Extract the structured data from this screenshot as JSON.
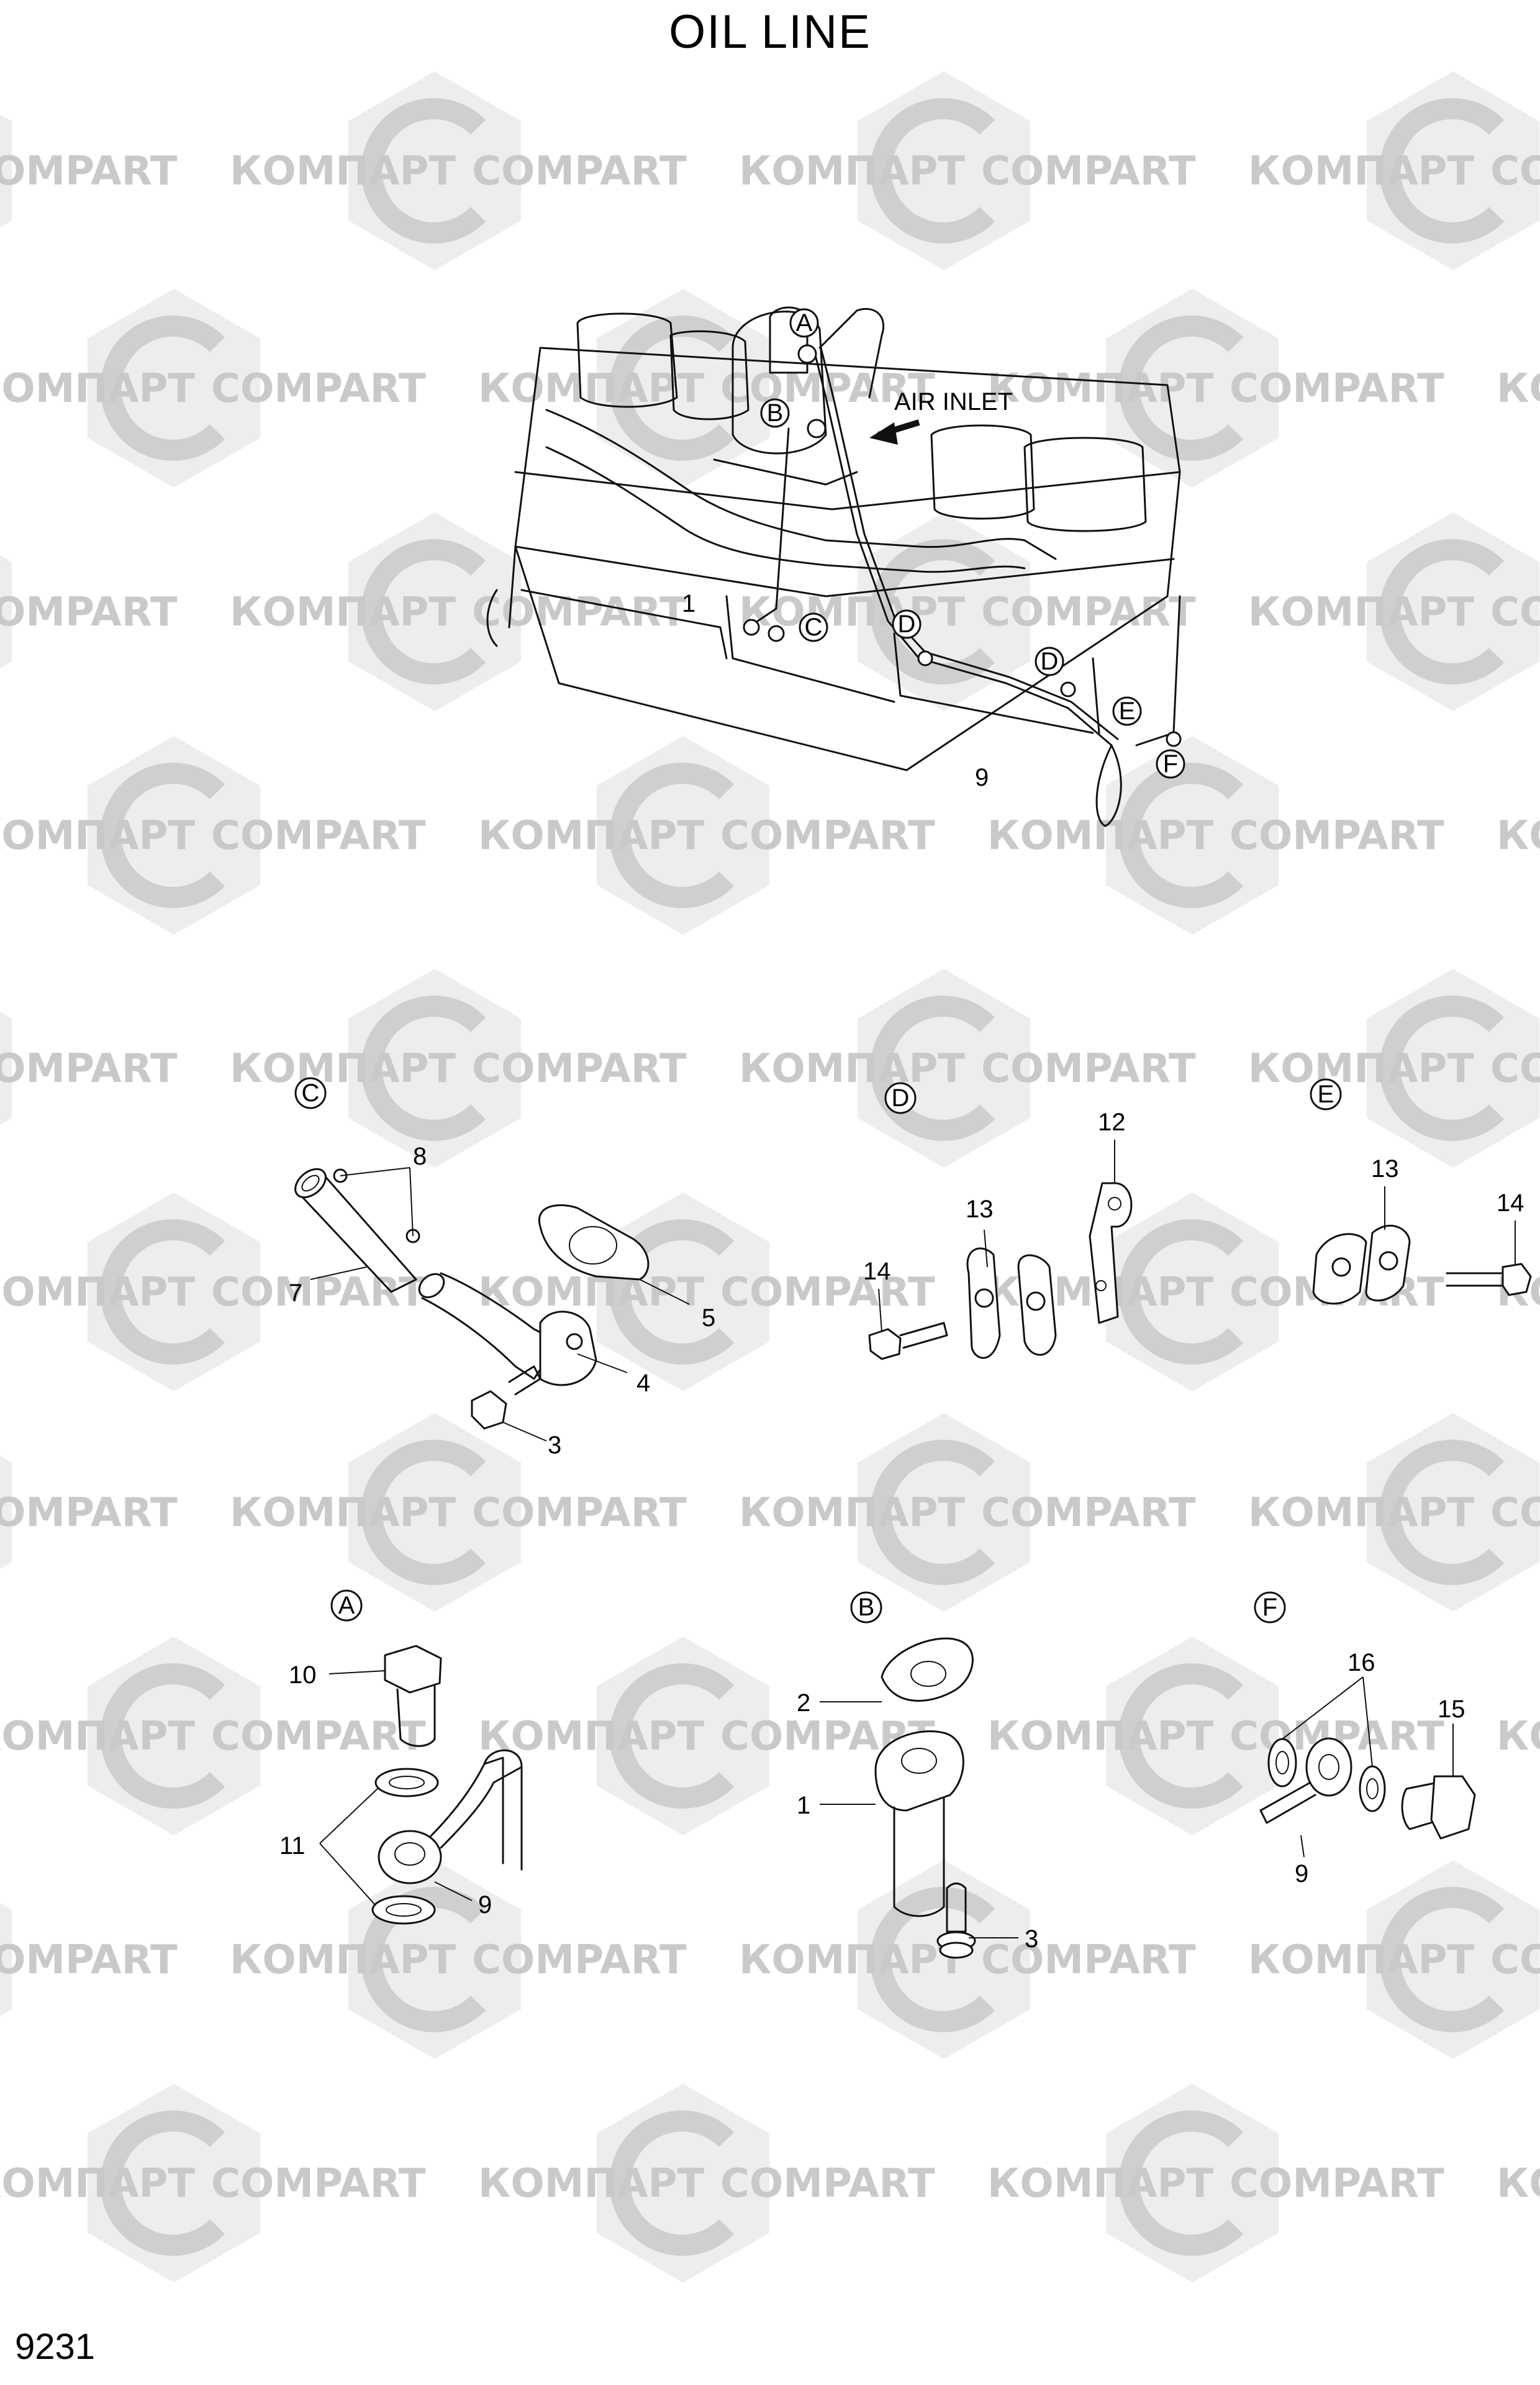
{
  "title": "OIL LINE",
  "page_number": "9231",
  "annotation_air_inlet": "AIR INLET",
  "watermark": {
    "latin": "COMPART",
    "cyrillic": "КОМПАРТ"
  },
  "detail_letters": [
    "A",
    "B",
    "C",
    "D",
    "E",
    "F"
  ],
  "main_view": {
    "callouts": [
      "A",
      "B",
      "C",
      "D",
      "D",
      "E",
      "F"
    ],
    "part_labels": [
      "1",
      "9"
    ]
  },
  "detail_C": {
    "letter": "C",
    "labels": [
      "8",
      "7",
      "5",
      "4",
      "3"
    ]
  },
  "detail_D": {
    "letter": "D",
    "labels": [
      "12",
      "13",
      "14"
    ]
  },
  "detail_E": {
    "letter": "E",
    "labels": [
      "13",
      "14"
    ]
  },
  "detail_A": {
    "letter": "A",
    "labels": [
      "10",
      "11",
      "9"
    ]
  },
  "detail_B": {
    "letter": "B",
    "labels": [
      "2",
      "1",
      "3"
    ]
  },
  "detail_F": {
    "letter": "F",
    "labels": [
      "16",
      "15",
      "9"
    ]
  },
  "colors": {
    "line": "#111111",
    "watermark": "#d0d0d0",
    "background": "#ffffff"
  }
}
